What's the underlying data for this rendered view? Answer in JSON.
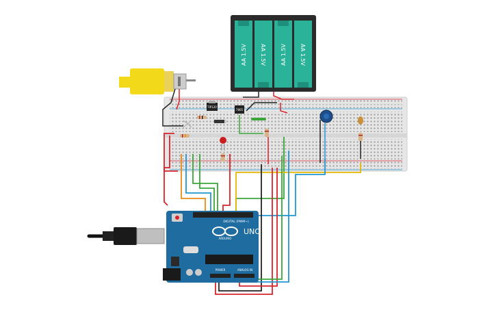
{
  "battery_pack": {
    "cells": [
      "AA 1.5V",
      "AA 1.5V",
      "AA 1.5V",
      "AA 1.5V"
    ]
  },
  "arduino": {
    "model": "UNO",
    "brand": "ARDUINO",
    "digital_label": "DIGITAL (PWM~)",
    "power_label": "POWER",
    "analog_label": "ANALOG IN"
  },
  "components": {
    "transistor": "TIP120",
    "ic": "7805"
  },
  "colors": {
    "board_blue": "#1f6da0",
    "battery_teal": "#2bb39a",
    "motor_yellow": "#f2d91a",
    "wire_red": "#d9232b",
    "wire_black": "#222222",
    "wire_green": "#3aa63a",
    "wire_blue": "#2196d3",
    "wire_yellow": "#e5b800",
    "wire_orange": "#e88b1a",
    "wire_white": "#dddddd"
  }
}
